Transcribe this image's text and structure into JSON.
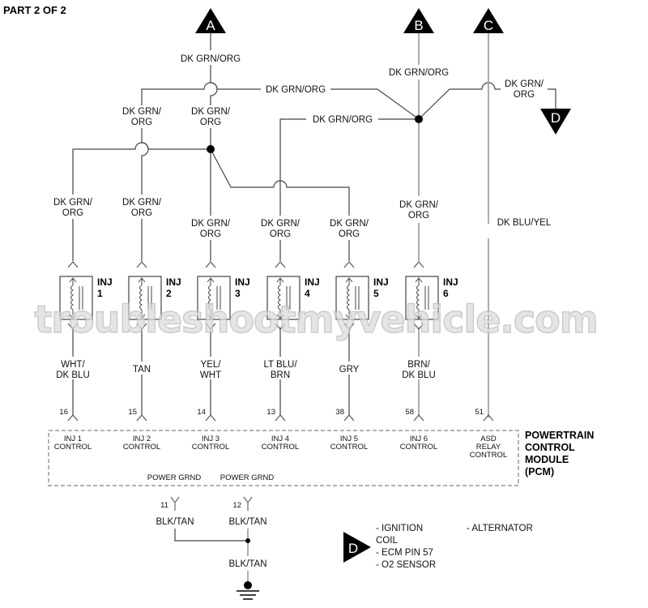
{
  "title": "PART 2 OF 2",
  "watermark": "troubleshootmyvehicle.com",
  "connectors": {
    "A": "A",
    "B": "B",
    "C": "C",
    "D": "D"
  },
  "wire_labels": {
    "a_main": "DK GRN/ORG",
    "a_to_b": "DK GRN/ORG",
    "b_main": "DK GRN/ORG",
    "b_to_inj4": "DK GRN/ORG",
    "c_to_d": "DK GRN/\nORG",
    "branch_inj2_top": "DK GRN/\nORG",
    "branch_inj3_top": "DK GRN/\nORG",
    "b_to_inj6": "DK GRN/\nORG",
    "c_main": "DK BLU/YEL"
  },
  "injectors": [
    {
      "name": "INJ",
      "num": "1",
      "feed": "DK GRN/\nORG",
      "signal": "WHT/\nDK BLU",
      "pin": "16",
      "pcm_label": "INJ 1\nCONTROL"
    },
    {
      "name": "INJ",
      "num": "2",
      "feed": "DK GRN/\nORG",
      "signal": "TAN",
      "pin": "15",
      "pcm_label": "INJ 2\nCONTROL"
    },
    {
      "name": "INJ",
      "num": "3",
      "feed": "DK GRN/\nORG",
      "signal": "YEL/\nWHT",
      "pin": "14",
      "pcm_label": "INJ 3\nCONTROL"
    },
    {
      "name": "INJ",
      "num": "4",
      "feed": "DK GRN/\nORG",
      "signal": "LT BLU/\nBRN",
      "pin": "13",
      "pcm_label": "INJ 4\nCONTROL"
    },
    {
      "name": "INJ",
      "num": "5",
      "feed": "DK GRN/\nORG",
      "signal": "GRY",
      "pin": "38",
      "pcm_label": "INJ 5\nCONTROL"
    },
    {
      "name": "INJ",
      "num": "6",
      "feed": "DK GRN/\nORG",
      "signal": "BRN/\nDK BLU",
      "pin": "58",
      "pcm_label": "INJ 6\nCONTROL"
    }
  ],
  "asd": {
    "pin": "51",
    "pcm_label": "ASD\nRELAY\nCONTROL"
  },
  "pcm": {
    "title": "POWERTRAIN\nCONTROL\nMODULE\n(PCM)",
    "power_grnd_1": "POWER GRND",
    "power_grnd_2": "POWER GRND"
  },
  "ground": {
    "pin_1": "11",
    "pin_2": "12",
    "wire_1": "BLK/TAN",
    "wire_2": "BLK/TAN",
    "wire_common": "BLK/TAN"
  },
  "legend_d": {
    "items_left": [
      "- IGNITION",
      "  COIL",
      "- ECM PIN 57",
      "- O2 SENSOR"
    ],
    "items_right": [
      "- ALTERNATOR"
    ]
  }
}
